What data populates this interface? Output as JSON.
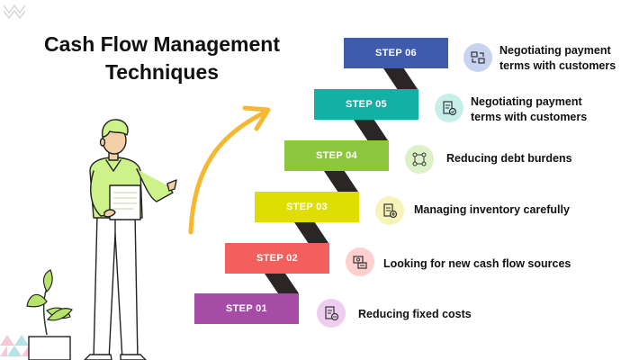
{
  "title": "Cash Flow Management Techniques",
  "steps": [
    {
      "label": "STEP 06",
      "color": "#3f5bab",
      "icon_bg": "#c9d3ef",
      "icon": "negotiation-icon",
      "text": "Negotiating payment terms with customers"
    },
    {
      "label": "STEP 05",
      "color": "#13b0a5",
      "icon_bg": "#c7efe9",
      "icon": "document-check-icon",
      "text": "Negotiating payment terms with customers"
    },
    {
      "label": "STEP 04",
      "color": "#8cc63f",
      "icon_bg": "#ddf1c7",
      "icon": "debt-flow-icon",
      "text": "Reducing debt burdens"
    },
    {
      "label": "STEP 03",
      "color": "#dede00",
      "icon_bg": "#f6f4b8",
      "icon": "inventory-icon",
      "text": "Managing inventory carefully"
    },
    {
      "label": "STEP 02",
      "color": "#f25f5c",
      "icon_bg": "#fbd0cf",
      "icon": "cash-source-icon",
      "text": "Looking for new cash flow sources"
    },
    {
      "label": "STEP 01",
      "color": "#a64ca6",
      "icon_bg": "#efcdee",
      "icon": "fixed-cost-icon",
      "text": "Reducing fixed costs"
    }
  ]
}
